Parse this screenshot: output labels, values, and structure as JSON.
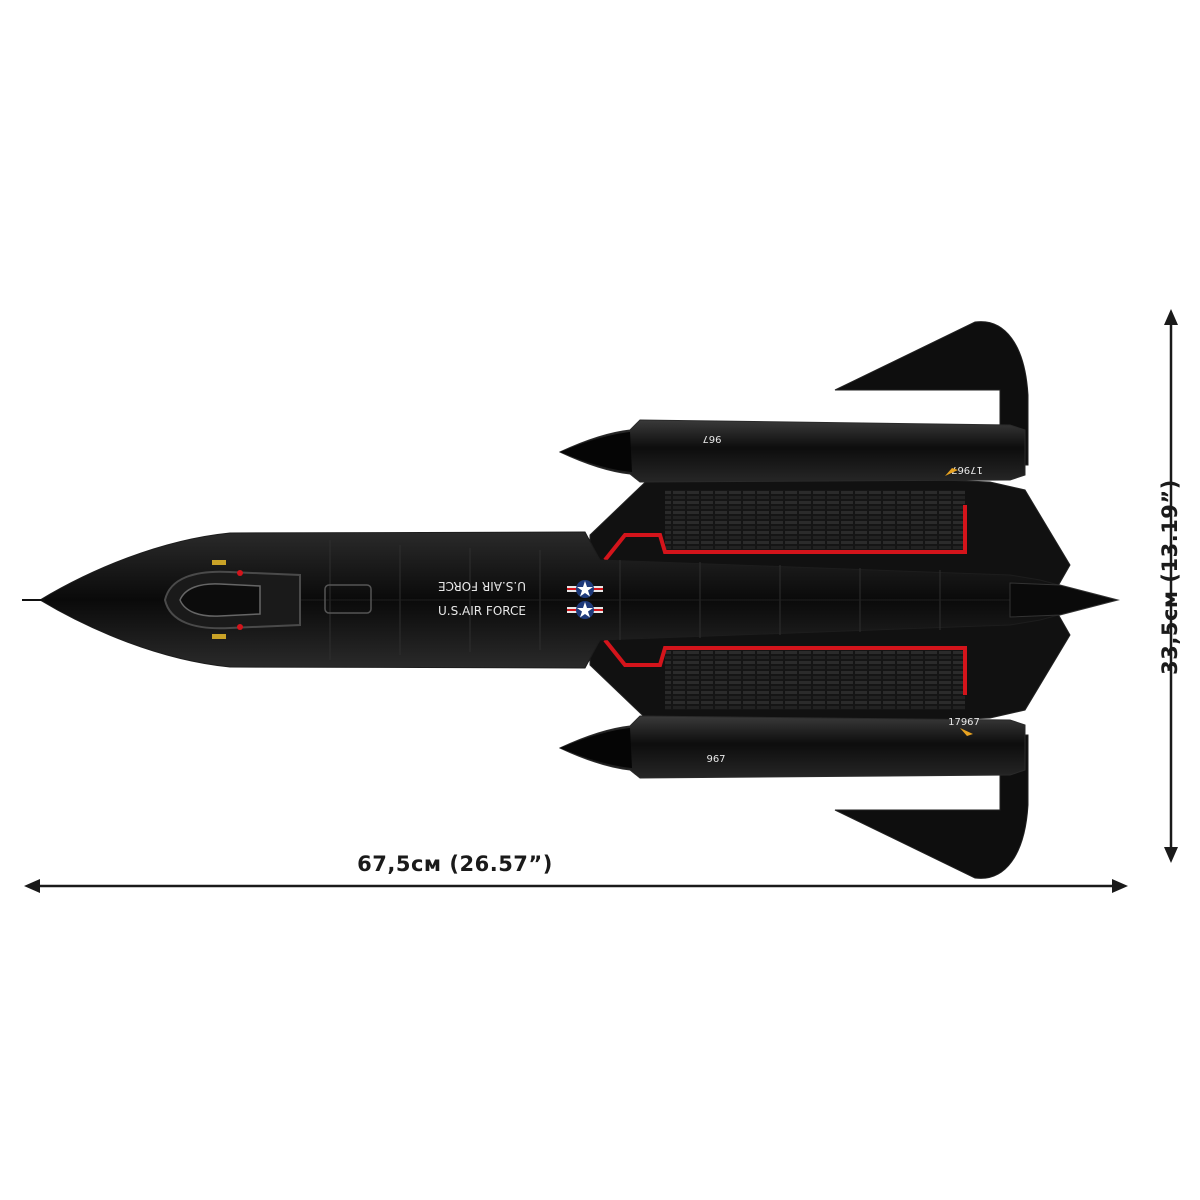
{
  "product": {
    "subject": "SR-71 Blackbird model aircraft, top view",
    "colors": {
      "body": "#0b0b0b",
      "panel": "#1c1c1c",
      "accent_red": "#d4141b",
      "marking": "#e8e8e8",
      "dimension_line": "#1a1a1a"
    }
  },
  "dimensions": {
    "width_label": "67,5см (26.57”)",
    "height_label": "33,5см (13.19”)"
  },
  "markings": {
    "usaf_top": "U.S.AIR FORCE",
    "usaf_bottom": "U.S.AIR FORCE",
    "tail_top": "967",
    "tail_bottom": "967",
    "serial_top": "17967",
    "serial_bottom": "17967"
  },
  "icons": {
    "roundel": "usaf-star-roundel-icon"
  }
}
